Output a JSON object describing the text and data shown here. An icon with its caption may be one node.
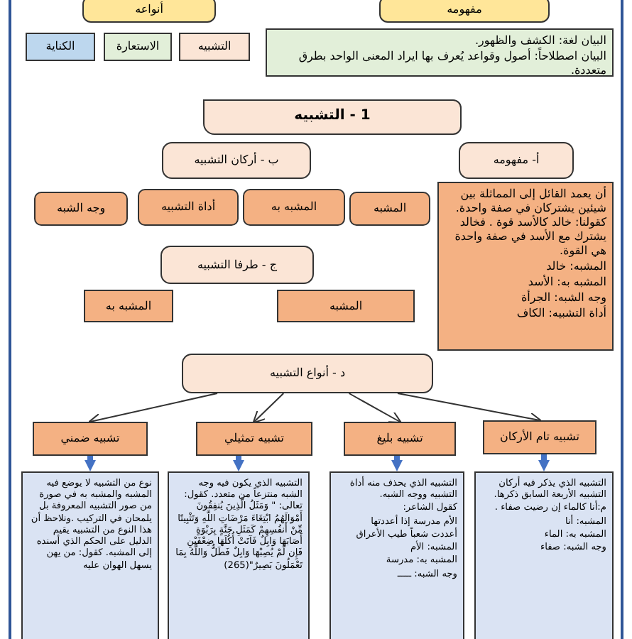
{
  "diagram": {
    "nodes": [
      {
        "text": [
          "أنواعه"
        ]
      },
      {
        "text": [
          "مفهومه"
        ]
      },
      {
        "text": [
          "التشبيه"
        ]
      },
      {
        "text": [
          "الاستعارة"
        ]
      },
      {
        "text": [
          "الكناية"
        ]
      },
      {
        "text": [
          "البيان لغة: الكشف والظهور.",
          "البيان اصطلاحاً: أصول وقواعد يُعرف بها ايراد المعنى الواحد بطرق متعددة."
        ]
      },
      {
        "text": [
          "1 - التشبيه"
        ]
      },
      {
        "text": [
          "أ- مفهومه"
        ]
      },
      {
        "text": [
          "ب - أركان التشبيه"
        ]
      },
      {
        "text": [
          "المشبه"
        ]
      },
      {
        "text": [
          "المشبه به"
        ]
      },
      {
        "text": [
          "أداة التشبيه"
        ]
      },
      {
        "text": [
          "وجه الشبه"
        ]
      },
      {
        "text": [
          "أن يعمد القائل إلى المماثلة بين شيئين يشتركان في صفة واحدة. كقولنا: خالد كالأسد قوة . فخالد يشترك مع الأسد في صفة واحدة هي القوة.",
          "المشبه: خالد",
          "المشبه به: الأسد",
          "وجه الشبه: الجرأة",
          "أداة التشبيه: الكاف"
        ]
      },
      {
        "text": [
          "ج - طرفا التشبيه"
        ]
      },
      {
        "text": [
          "المشبه"
        ]
      },
      {
        "text": [
          "المشبه به"
        ]
      },
      {
        "text": [
          "د - أنواع التشبيه"
        ]
      },
      {
        "text": [
          "تشبيه تام الأركان"
        ]
      },
      {
        "text": [
          "تشبيه بليغ"
        ]
      },
      {
        "text": [
          "تشبيه تمثيلي"
        ]
      },
      {
        "text": [
          "تشبيه ضمني"
        ]
      },
      {
        "text": [
          "التشبيه الذي يذكر فيه أركان التشبيه الأربعة السابق ذكرها.",
          "م:أنا كالماء إن رضيت صفاء .",
          "المشبه: أنا",
          "المشبه به: الماء",
          "وجه الشبه: صفاء"
        ]
      },
      {
        "text": [
          "التشبيه الذي يحذف منه أداة التشبيه ووجه الشبه.",
          "كقول الشاعر:",
          "الأم مدرسة إذا أعددتها",
          "أعددت شعباً طيب الأعراق",
          "المشبه: الأم",
          "المشبه به: مدرسة",
          "وجه الشبه: ـــــ"
        ]
      },
      {
        "text": [
          "التشبيه الذي يكون فيه وجه الشبه منتزعاً من متعدد. كقول: تعالى: \" وَمَثَلُ الَّذِينَ يُنفِقُونَ أَمْوَالَهُمُ ابْتِغَاءَ مَرْضَاتِ اللَّهِ وَتَثْبِيتًا مِّنْ أَنفُسِهِمْ كَمَثَلِ جَنَّةٍ بِرَبْوَةٍ أَصَابَهَا وَابِلٌ فَآتَتْ أُكُلَهَا ضِعْفَيْنِ فَإِن لَّمْ يُصِبْهَا وَابِلٌ فَطَلٌّ وَاللَّهُ بِمَا تَعْمَلُونَ بَصِيرٌ\"(265)"
        ]
      },
      {
        "text": [
          "نوع من التشبيه لا يوضع فيه المشبه والمشبه به في صورة من صور التشبيه المعروفة بل يلمحان في التركيب .ونلاحظ أن هذا النوع من التشبيه يقيم الدليل على الحكم الذي أسنده إلى المشبه. كقول: من يهن يسهل الهوان عليه"
        ]
      }
    ],
    "edges": [
      {
        "from": 17,
        "to": 18,
        "arrow": "to"
      },
      {
        "from": 17,
        "to": 19,
        "arrow": "to"
      },
      {
        "from": 17,
        "to": 20,
        "arrow": "to"
      },
      {
        "from": 17,
        "to": 21,
        "arrow": "to"
      },
      {
        "from": 18,
        "to": 22,
        "arrow": "to",
        "style": "thick",
        "color": "#4472c4"
      },
      {
        "from": 19,
        "to": 23,
        "arrow": "to",
        "style": "thick",
        "color": "#4472c4"
      },
      {
        "from": 20,
        "to": 24,
        "arrow": "to",
        "style": "thick",
        "color": "#4472c4"
      },
      {
        "from": 21,
        "to": 25,
        "arrow": "to",
        "style": "thick",
        "color": "#4472c4"
      }
    ]
  }
}
